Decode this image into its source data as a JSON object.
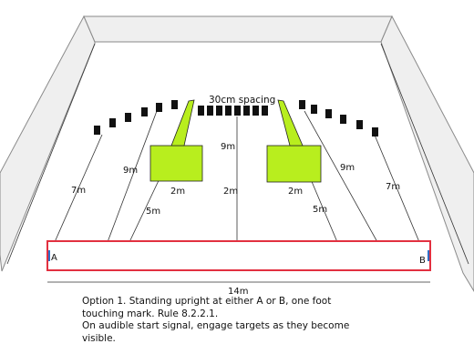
{
  "diagram": {
    "spacing_label": "30cm spacing",
    "distance_labels": {
      "left_outer_7m": "7m",
      "left_mid_9m": "9m",
      "center_9m": "9m",
      "right_mid_9m": "9m",
      "right_outer_7m": "7m",
      "left_2m": "2m",
      "center_2m": "2m",
      "right_2m": "2m",
      "left_5m": "5m",
      "right_5m": "5m"
    },
    "start_labels": {
      "a": "A",
      "b": "B"
    },
    "width_label": "14m",
    "colors": {
      "wall_fill": "#efefef",
      "wall_edge": "#8a8a8a",
      "line": "#333333",
      "target": "#111111",
      "barricade": "#b8ee1e",
      "start_box": "#e23040",
      "start_mark": "#2f6ec6"
    }
  },
  "description": {
    "lines": [
      "Option 1. Standing upright at either A or B, one foot",
      "touching mark. Rule 8.2.2.1.",
      "On audible start signal, engage targets as they become",
      "visible."
    ]
  }
}
